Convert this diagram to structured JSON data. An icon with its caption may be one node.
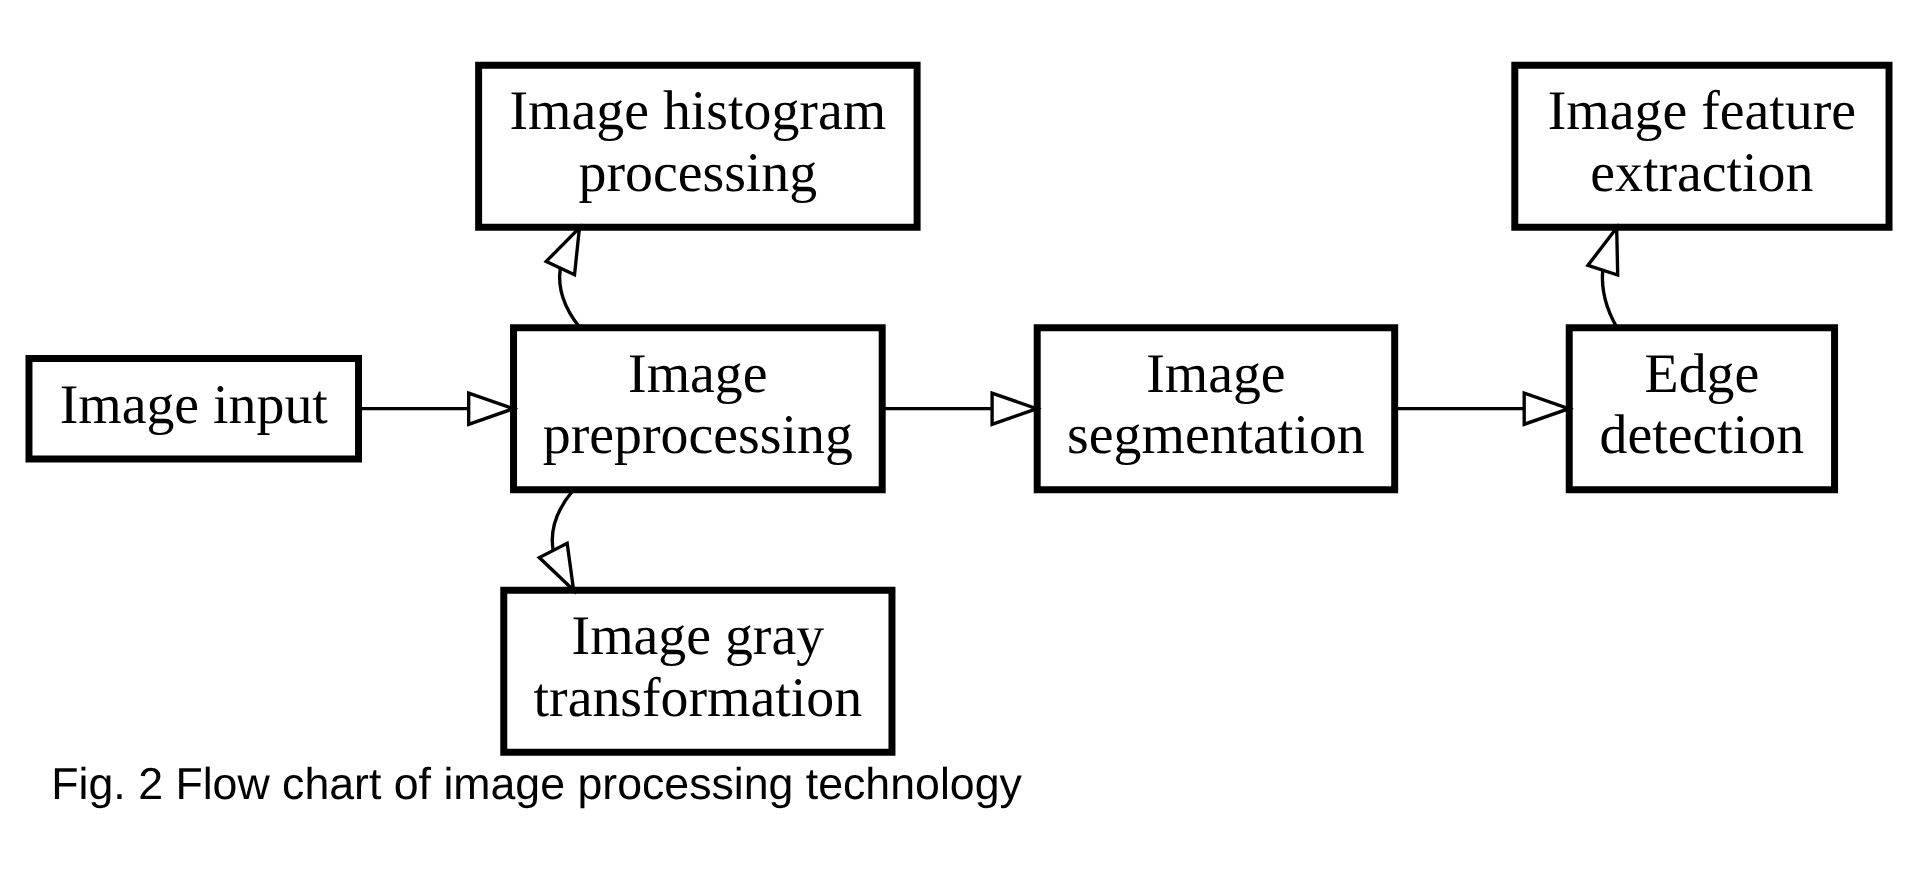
{
  "diagram": {
    "caption": "Fig. 2 Flow chart of image processing technology",
    "nodes": [
      {
        "text": [
          "Image input"
        ]
      },
      {
        "text": [
          "Image preprocessing"
        ]
      },
      {
        "text": [
          "Image histogram processing"
        ]
      },
      {
        "text": [
          "Image gray transformation"
        ]
      },
      {
        "text": [
          "Image segmentation"
        ]
      },
      {
        "text": [
          "Edge detection"
        ]
      },
      {
        "text": [
          "Image feature extraction"
        ]
      }
    ],
    "edges": [
      {
        "from": 0,
        "to": 1,
        "arrow": "to"
      },
      {
        "from": 1,
        "to": 2,
        "arrow": "to"
      },
      {
        "from": 1,
        "to": 3,
        "arrow": "to"
      },
      {
        "from": 1,
        "to": 4,
        "arrow": "to"
      },
      {
        "from": 4,
        "to": 5,
        "arrow": "to"
      },
      {
        "from": 5,
        "to": 6,
        "arrow": "to"
      }
    ]
  }
}
